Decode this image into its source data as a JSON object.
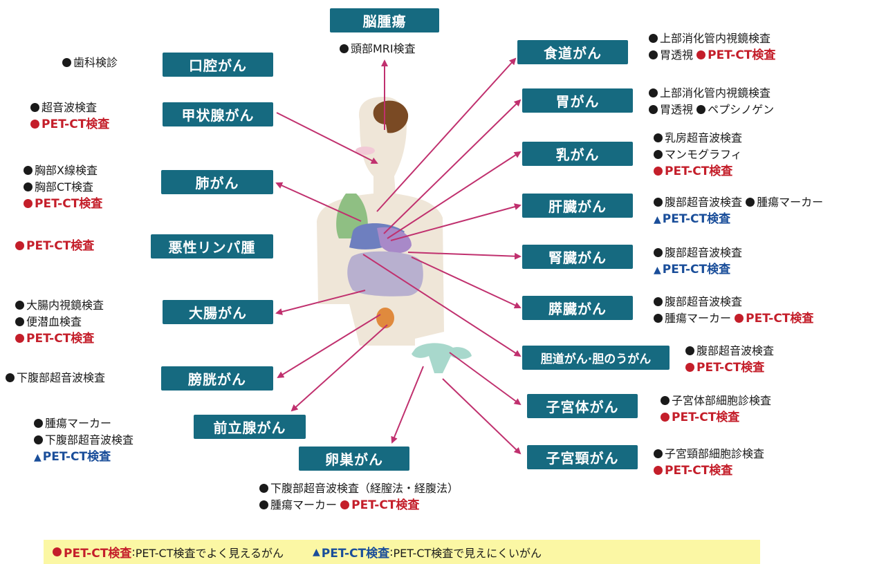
{
  "cancers": [
    {
      "id": "brain",
      "label": "脳腫瘍",
      "tests": [
        [
          {
            "t": "頭部MRI検査"
          }
        ]
      ]
    },
    {
      "id": "oral",
      "label": "口腔がん",
      "tests": [
        [
          {
            "t": "歯科検診"
          }
        ]
      ]
    },
    {
      "id": "thyroid",
      "label": "甲状腺がん",
      "tests": [
        [
          {
            "t": "超音波検査"
          }
        ],
        [
          {
            "pet": "red"
          }
        ]
      ]
    },
    {
      "id": "lung",
      "label": "肺がん",
      "tests": [
        [
          {
            "t": "胸部X線検査"
          }
        ],
        [
          {
            "t": "胸部CT検査"
          }
        ],
        [
          {
            "pet": "red"
          }
        ]
      ]
    },
    {
      "id": "lymphoma",
      "label": "悪性リンパ腫",
      "tests": [
        [
          {
            "pet": "red"
          }
        ]
      ]
    },
    {
      "id": "colon",
      "label": "大腸がん",
      "tests": [
        [
          {
            "t": "大腸内視鏡検査"
          }
        ],
        [
          {
            "t": "便潜血検査"
          }
        ],
        [
          {
            "pet": "red"
          }
        ]
      ]
    },
    {
      "id": "bladder",
      "label": "膀胱がん",
      "tests": [
        [
          {
            "t": "下腹部超音波検査"
          }
        ]
      ]
    },
    {
      "id": "prostate",
      "label": "前立腺がん",
      "tests": [
        [
          {
            "t": "腫瘍マーカー"
          }
        ],
        [
          {
            "t": "下腹部超音波検査"
          }
        ],
        [
          {
            "pet": "blue"
          }
        ]
      ]
    },
    {
      "id": "ovary",
      "label": "卵巣がん",
      "tests": [
        [
          {
            "t": "下腹部超音波検査（経膣法・経腹法）"
          }
        ],
        [
          {
            "t": "腫瘍マーカー"
          },
          {
            "pet": "red"
          }
        ]
      ]
    },
    {
      "id": "esophagus",
      "label": "食道がん",
      "tests": [
        [
          {
            "t": "上部消化管内視鏡検査"
          }
        ],
        [
          {
            "t": "胃透視"
          },
          {
            "pet": "red"
          }
        ]
      ]
    },
    {
      "id": "stomach",
      "label": "胃がん",
      "tests": [
        [
          {
            "t": "上部消化管内視鏡検査"
          }
        ],
        [
          {
            "t": "胃透視"
          },
          {
            "t": "ペプシノゲン"
          }
        ]
      ]
    },
    {
      "id": "breast",
      "label": "乳がん",
      "tests": [
        [
          {
            "t": "乳房超音波検査"
          }
        ],
        [
          {
            "t": "マンモグラフィ"
          }
        ],
        [
          {
            "pet": "red"
          }
        ]
      ]
    },
    {
      "id": "liver",
      "label": "肝臓がん",
      "tests": [
        [
          {
            "t": "腹部超音波検査"
          },
          {
            "t": "腫瘍マーカー"
          }
        ],
        [
          {
            "pet": "blue"
          }
        ]
      ]
    },
    {
      "id": "kidney",
      "label": "腎臓がん",
      "tests": [
        [
          {
            "t": "腹部超音波検査"
          }
        ],
        [
          {
            "pet": "blue"
          }
        ]
      ]
    },
    {
      "id": "pancreas",
      "label": "膵臓がん",
      "tests": [
        [
          {
            "t": "腹部超音波検査"
          }
        ],
        [
          {
            "t": "腫瘍マーカー"
          },
          {
            "pet": "red"
          }
        ]
      ]
    },
    {
      "id": "biliary",
      "label": "胆道がん·胆のうがん",
      "tests": [
        [
          {
            "t": "腹部超音波検査"
          }
        ],
        [
          {
            "pet": "red"
          }
        ]
      ]
    },
    {
      "id": "uterus_body",
      "label": "子宮体がん",
      "tests": [
        [
          {
            "t": "子宮体部細胞診検査"
          }
        ],
        [
          {
            "pet": "red"
          }
        ]
      ]
    },
    {
      "id": "cervix",
      "label": "子宮頸がん",
      "tests": [
        [
          {
            "t": "子宮頸部細胞診検査"
          }
        ],
        [
          {
            "pet": "red"
          }
        ]
      ]
    }
  ],
  "pet_label": "PET-CT検査",
  "legend": {
    "good": "PET-CT検査でよく見えるがん",
    "poor": "PET-CT検査で見えにくいがん"
  },
  "colors": {
    "label_bg": "#166a80",
    "pet_red": "#c41e2a",
    "pet_blue": "#1a4e9a",
    "arrow": "#c0306e",
    "legend_bg": "#fbf7a4"
  }
}
